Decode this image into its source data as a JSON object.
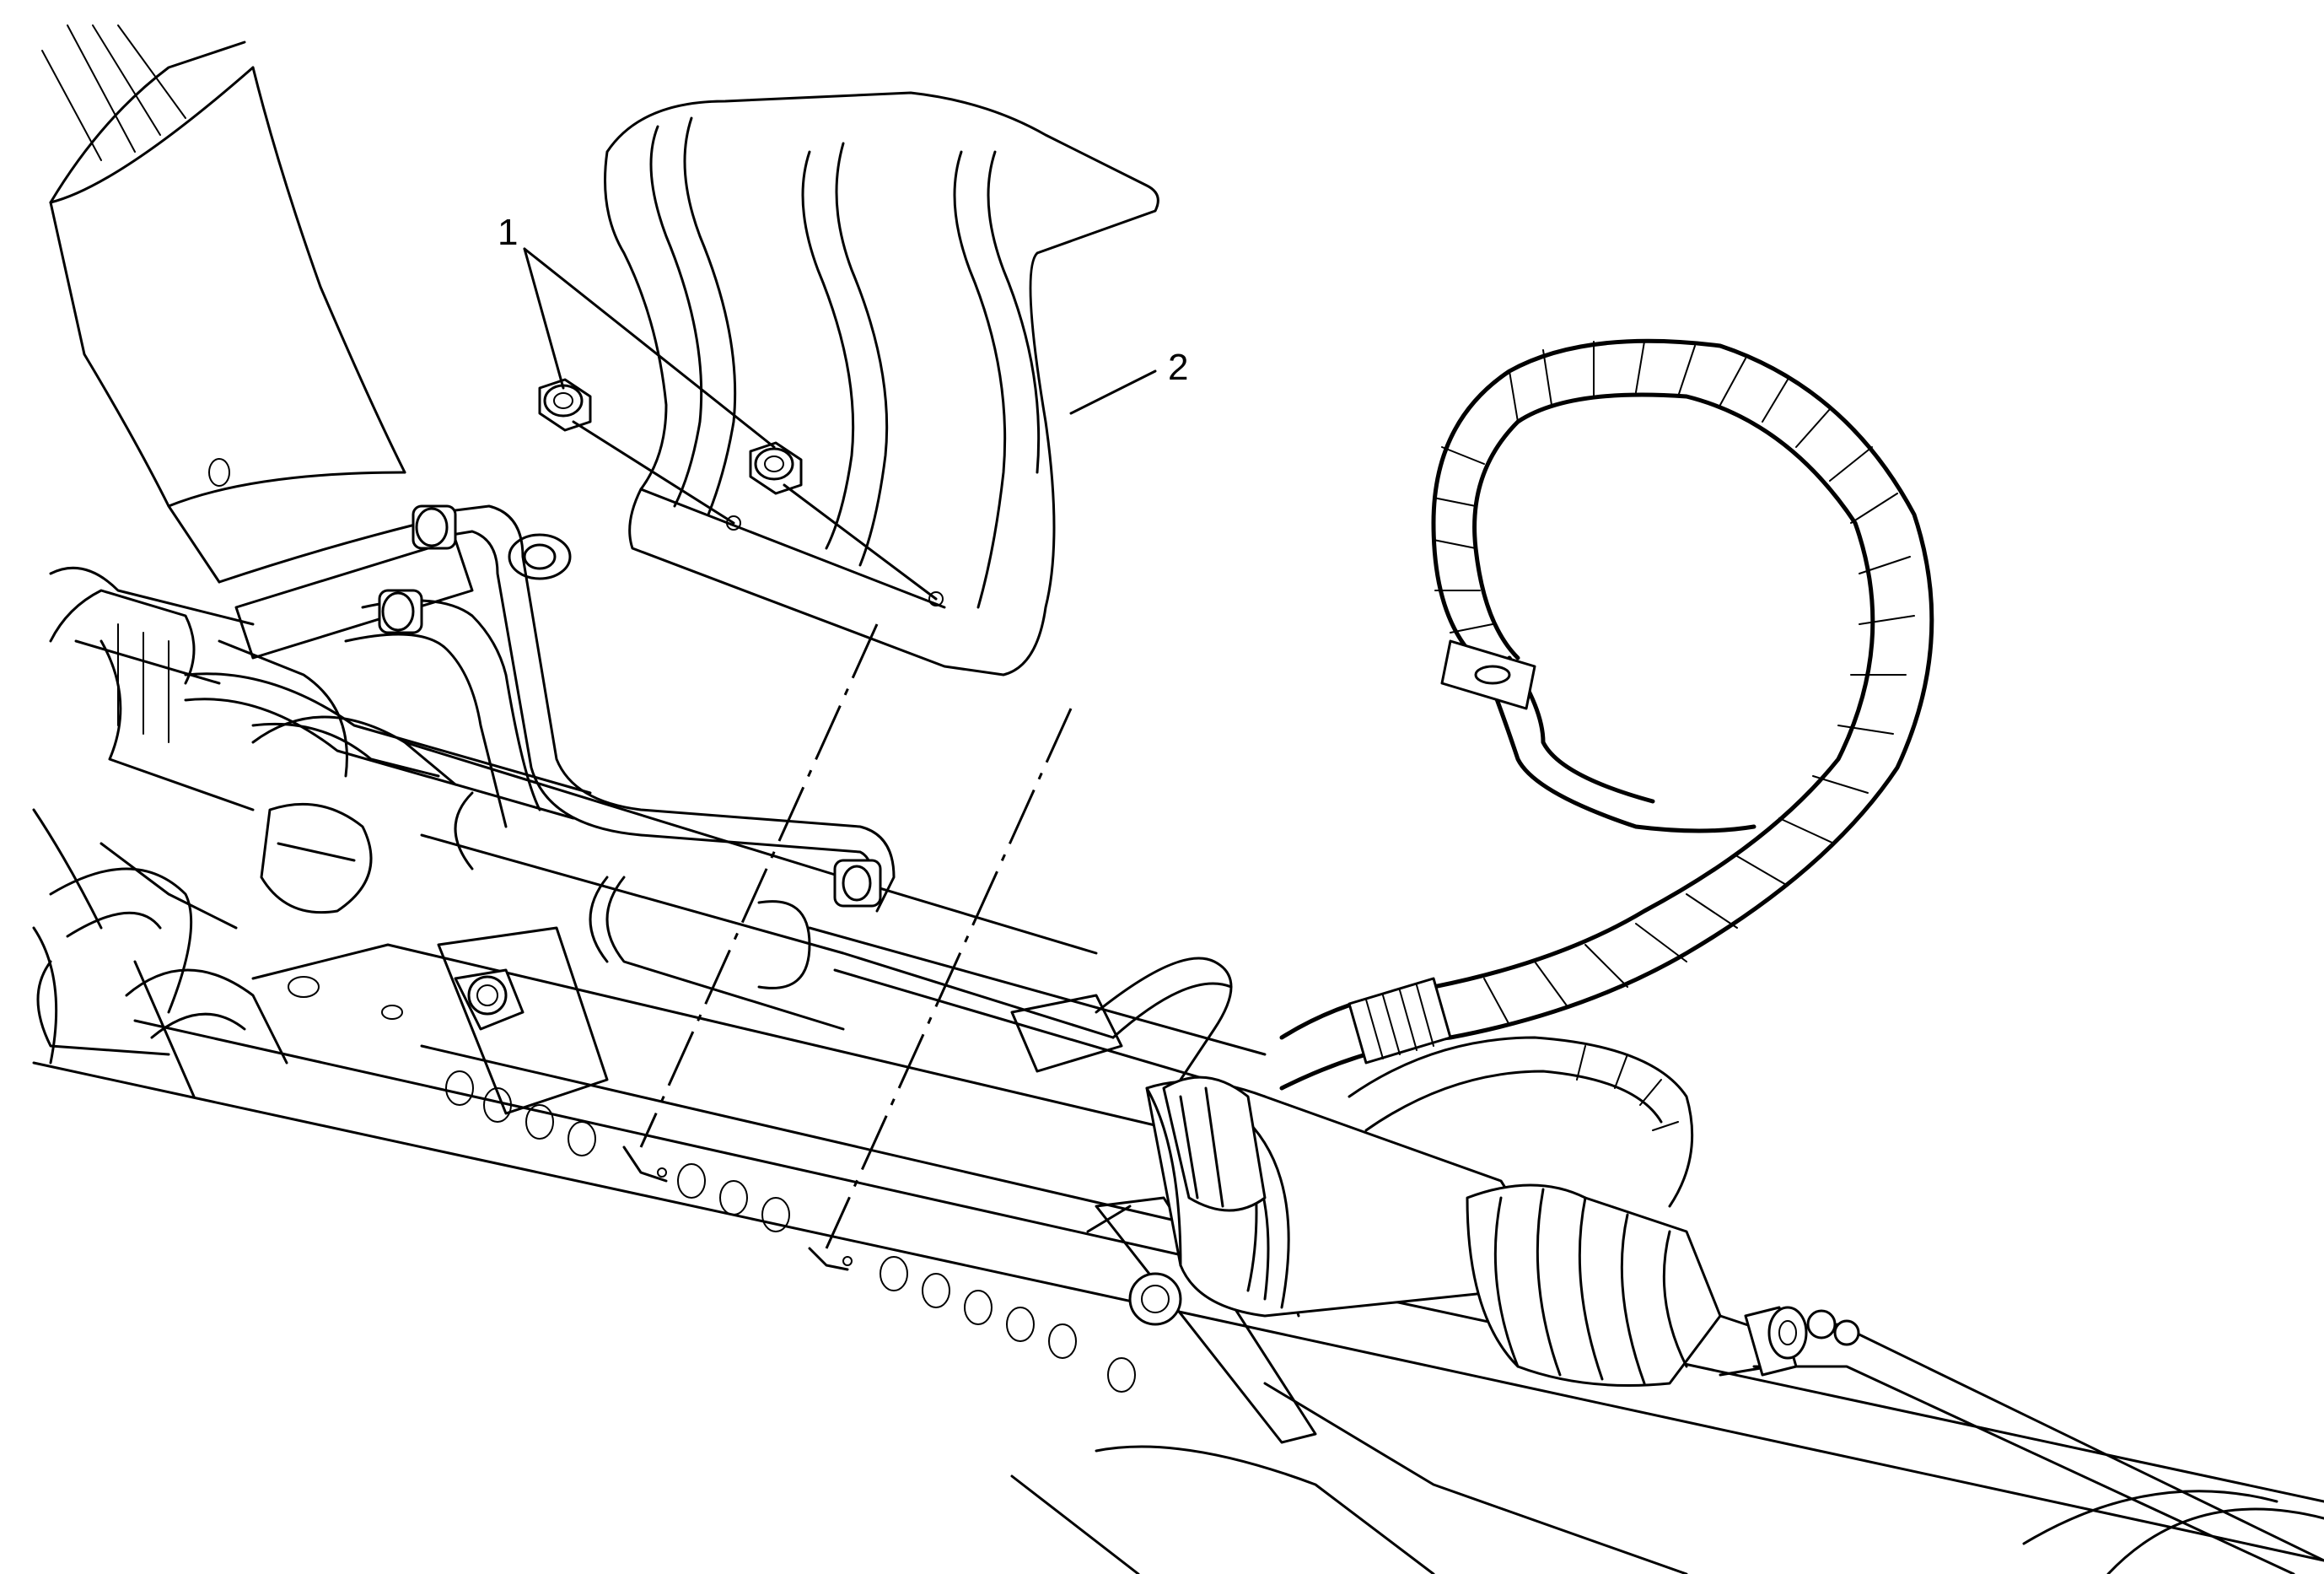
{
  "callouts": [
    {
      "id": "callout-1",
      "text": "1"
    },
    {
      "id": "callout-2",
      "text": "2"
    }
  ],
  "components": [
    "heat-shield",
    "shield-bolts",
    "steering-gear",
    "power-steering-hose",
    "inner-tie-rod-boot",
    "frame-crossmember"
  ]
}
